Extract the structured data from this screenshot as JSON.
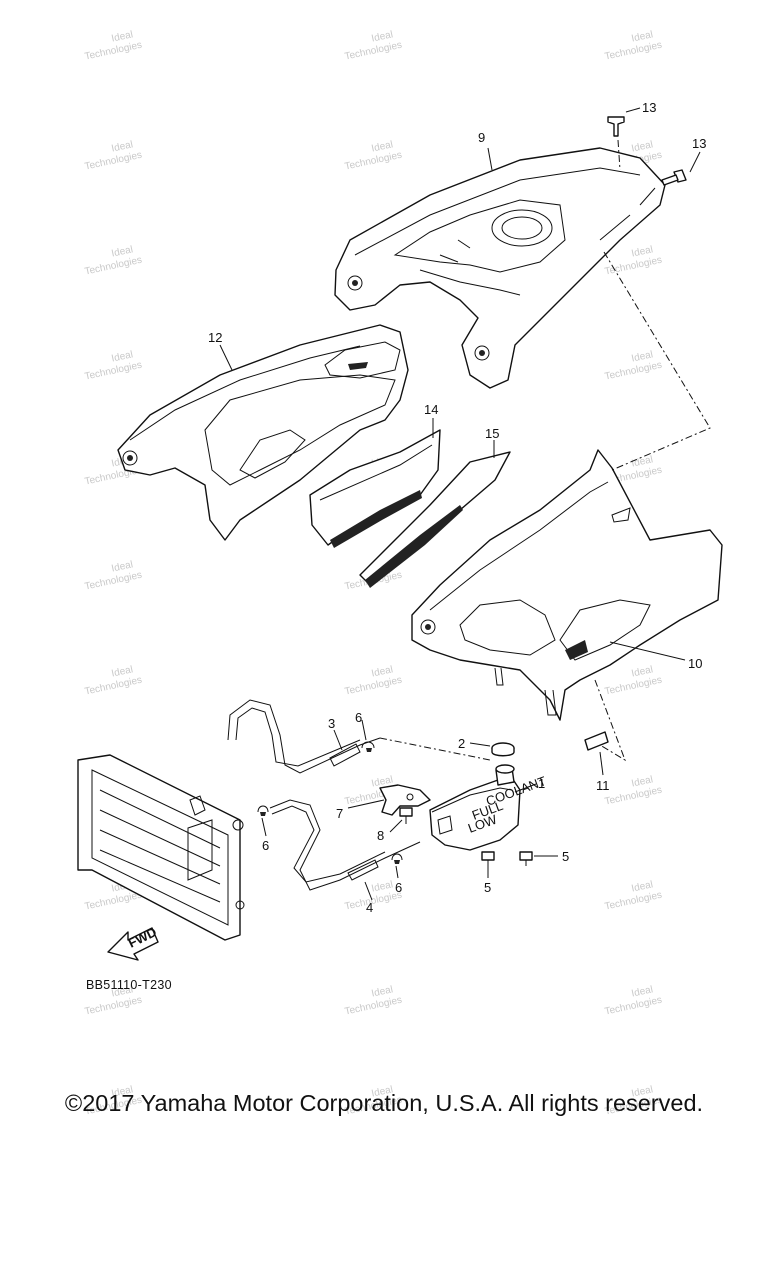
{
  "diagram": {
    "code": "BB51110-T230",
    "fwd_label": "FWD",
    "callouts": [
      "1",
      "2",
      "3",
      "4",
      "5",
      "5",
      "6",
      "6",
      "6",
      "7",
      "8",
      "9",
      "10",
      "11",
      "12",
      "13",
      "13",
      "14",
      "15"
    ]
  },
  "footer": {
    "copyright": "©2017 Yamaha Motor Corporation, U.S.A. All rights reserved."
  },
  "tank_labels": {
    "top": "COOLANT",
    "full": "FULL",
    "low": "LOW"
  },
  "watermark": {
    "line1": "Ideal",
    "line2": "Technologies"
  }
}
